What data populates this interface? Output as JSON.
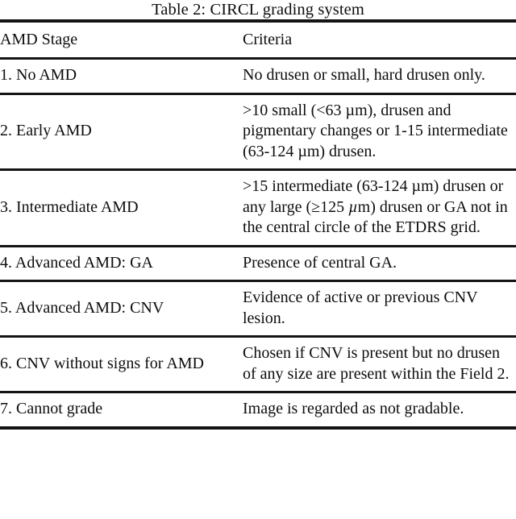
{
  "caption": "Table 2: CIRCL grading system",
  "table": {
    "columns": [
      {
        "key": "stage",
        "header": "AMD Stage"
      },
      {
        "key": "criteria",
        "header": "Criteria"
      }
    ],
    "rows": [
      {
        "stage": "1. No AMD",
        "criteria": "No drusen or small, hard drusen only."
      },
      {
        "stage": "2. Early AMD",
        "criteria": ">10 small (<63 µm), drusen and pigmentary changes or 1-15 intermediate (63-124 µm) drusen."
      },
      {
        "stage": "3. Intermediate AMD",
        "criteria": ">15 intermediate (63-124 µm) drusen or any large (≥125 µm) drusen or GA not in the central circle of the ETDRS grid."
      },
      {
        "stage": "4. Advanced AMD: GA",
        "criteria": "Presence of central GA."
      },
      {
        "stage": "5. Advanced AMD: CNV",
        "criteria": "Evidence of active or previous CNV lesion."
      },
      {
        "stage": "6. CNV without signs for AMD",
        "criteria": "Chosen if CNV is present but no drusen of any size are present within the Field 2."
      },
      {
        "stage": "7. Cannot grade",
        "criteria": "Image is regarded as not gradable."
      }
    ]
  },
  "style": {
    "rule_color": "#141414",
    "text_color": "#0d0d0d",
    "background": "#ffffff"
  }
}
